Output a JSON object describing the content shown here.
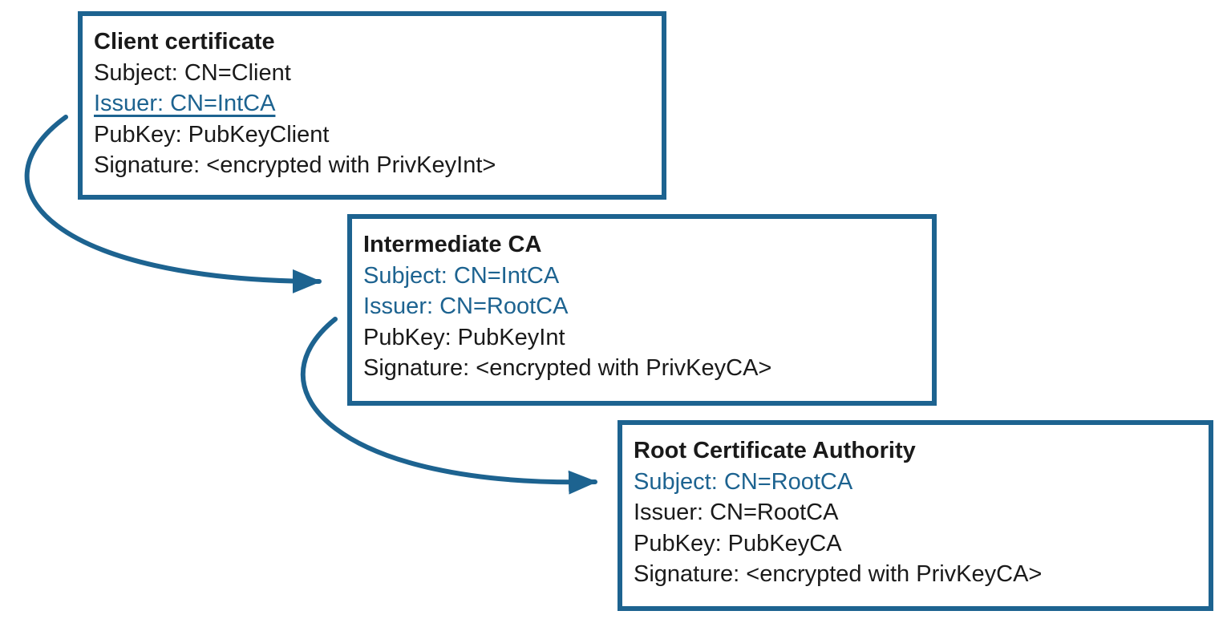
{
  "colors": {
    "accent_blue": "#1d6390",
    "text_black": "#1a1a1a",
    "background": "#ffffff"
  },
  "boxes": [
    {
      "title": "Client certificate",
      "fields": [
        {
          "text": "Subject: CN=Client"
        },
        {
          "text": "Issuer: CN=IntCA"
        },
        {
          "text": "PubKey: PubKeyClient"
        },
        {
          "text": "Signature: <encrypted with PrivKeyInt>"
        }
      ]
    },
    {
      "title": "Intermediate CA",
      "fields": [
        {
          "text": "Subject: CN=IntCA"
        },
        {
          "text": "Issuer: CN=RootCA"
        },
        {
          "text": "PubKey: PubKeyInt"
        },
        {
          "text": "Signature: <encrypted with PrivKeyCA>"
        }
      ]
    },
    {
      "title": "Root Certificate Authority",
      "fields": [
        {
          "text": "Subject: CN=RootCA"
        },
        {
          "text": "Issuer: CN=RootCA"
        },
        {
          "text": "PubKey: PubKeyCA"
        },
        {
          "text": "Signature: <encrypted with PrivKeyCA>"
        }
      ]
    }
  ],
  "arrows": [
    {
      "from": "Client certificate / Issuer: CN=IntCA",
      "to": "Intermediate CA / Subject: CN=IntCA"
    },
    {
      "from": "Intermediate CA / Issuer: CN=RootCA",
      "to": "Root Certificate Authority / Subject: CN=RootCA"
    }
  ]
}
